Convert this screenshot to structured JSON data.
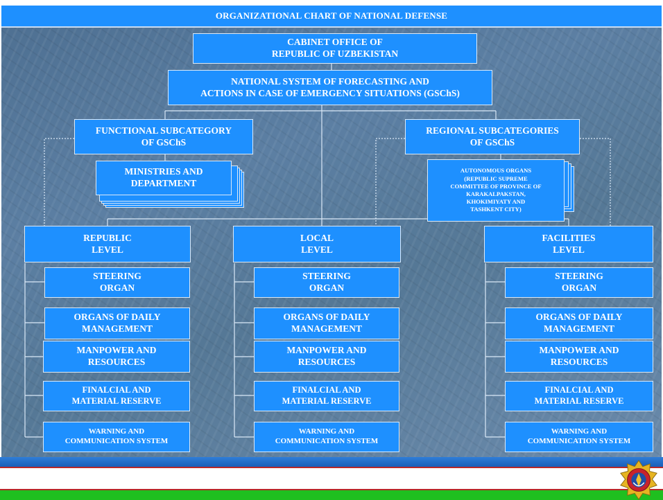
{
  "title": "ORGANIZATIONAL CHART OF NATIONAL DEFENSE",
  "cabinet": {
    "line1": "CABINET OFFICE OF",
    "line2": "REPUBLIC OF UZBEKISTAN"
  },
  "gschs": {
    "line1": "NATIONAL SYSTEM OF FORECASTING AND",
    "line2": "ACTIONS IN CASE OF EMERGENCY SITUATIONS (GSChS)"
  },
  "functional": {
    "line1": "FUNCTIONAL SUBCATEGORY",
    "line2": "OF GSChS"
  },
  "regional": {
    "line1": "REGIONAL SUBCATEGORIES",
    "line2": "OF GSChS"
  },
  "ministries": {
    "line1": "MINISTRIES AND",
    "line2": "DEPARTMENT"
  },
  "autonomous": {
    "line1": "AUTONOMOUS ORGANS",
    "line2": "(REPUBLIC SUPREME",
    "line3": "COMMITTEE OF PROVINCE OF",
    "line4": "KARAKALPAKSTAN,",
    "line5": "KHOKIMIYATY AND",
    "line6": "TASHKENT CITY)"
  },
  "levels": [
    {
      "line1": "REPUBLIC",
      "line2": "LEVEL",
      "items": [
        {
          "line1": "STEERING",
          "line2": "ORGAN"
        },
        {
          "line1": "ORGANS OF DAILY",
          "line2": "MANAGEMENT"
        },
        {
          "line1": "MANPOWER AND",
          "line2": "RESOURCES"
        },
        {
          "line1": "FINALCIAL AND",
          "line2": "MATERIAL RESERVE"
        },
        {
          "line1": "WARNING AND",
          "line2": "COMMUNICATION SYSTEM"
        }
      ]
    },
    {
      "line1": "LOCAL",
      "line2": "LEVEL",
      "items": [
        {
          "line1": "STEERING",
          "line2": "ORGAN"
        },
        {
          "line1": "ORGANS  OF DAILY",
          "line2": "MANAGEMENT"
        },
        {
          "line1": "MANPOWER AND",
          "line2": "RESOURCES"
        },
        {
          "line1": "FINALCIAL AND",
          "line2": "MATERIAL RESERVE"
        },
        {
          "line1": "WARNING AND",
          "line2": "COMMUNICATION SYSTEM"
        }
      ]
    },
    {
      "line1": "FACILITIES",
      "line2": "LEVEL",
      "items": [
        {
          "line1": "STEERING",
          "line2": "ORGAN"
        },
        {
          "line1": "ORGANS  OF DAILY",
          "line2": "MANAGEMENT"
        },
        {
          "line1": "MANPOWER AND",
          "line2": "RESOURCES"
        },
        {
          "line1": "FINALCIAL AND",
          "line2": "MATERIAL RESERVE"
        },
        {
          "line1": "WARNING AND",
          "line2": "COMMUNICATION SYSTEM"
        }
      ]
    }
  ],
  "colors": {
    "box": "#1e90ff",
    "box_border": "#dbe9f8",
    "background": "#557896",
    "footer_stripe": "#b72828",
    "footer_green": "#1fbf1f"
  },
  "icons": {
    "emblem": "emergency-ministry-emblem"
  }
}
